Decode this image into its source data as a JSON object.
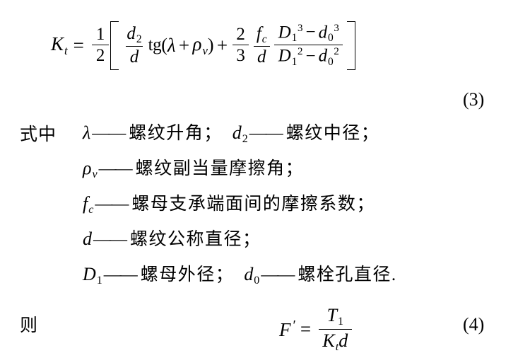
{
  "document": {
    "background_color": "#ffffff",
    "text_color": "#000000",
    "language": "zh-CN"
  },
  "formula_3": {
    "equation_number": "(3)",
    "lhs": {
      "base": "K",
      "sub": "t"
    },
    "equals": "=",
    "coefficient": {
      "numerator": "1",
      "denominator": "2"
    },
    "bracket_open": "[",
    "term1": {
      "fraction": {
        "numerator_base": "d",
        "numerator_sub": "2",
        "denominator": "d"
      },
      "function": "tg",
      "paren_open": "(",
      "arg1": "λ",
      "plus": "+",
      "arg2_base": "ρ",
      "arg2_sub": "v",
      "paren_close": ")"
    },
    "plus": "+",
    "term2": {
      "coefficient": {
        "numerator": "2",
        "denominator": "3"
      },
      "friction_fraction": {
        "numerator_base": "f",
        "numerator_sub": "c",
        "denominator": "d"
      },
      "big_fraction": {
        "numerator": {
          "t1_base": "D",
          "t1_sub": "1",
          "t1_sup": "3",
          "minus": "−",
          "t2_base": "d",
          "t2_sub": "0",
          "t2_sup": "3"
        },
        "denominator": {
          "t1_base": "D",
          "t1_sub": "1",
          "t1_sup": "2",
          "minus": "−",
          "t2_base": "d",
          "t2_sub": "0",
          "t2_sup": "2"
        }
      }
    },
    "bracket_close": "]"
  },
  "where_clause": {
    "label": "式中",
    "definitions": [
      {
        "entries": [
          {
            "symbol_base": "λ",
            "symbol_sub": "",
            "dash": "——",
            "text": "螺纹升角；"
          },
          {
            "symbol_base": "d",
            "symbol_sub": "2",
            "dash": "——",
            "text": "螺纹中径；"
          }
        ]
      },
      {
        "entries": [
          {
            "symbol_base": "ρ",
            "symbol_sub": "v",
            "dash": "——",
            "text": "螺纹副当量摩擦角；"
          }
        ]
      },
      {
        "entries": [
          {
            "symbol_base": "f",
            "symbol_sub": "c",
            "dash": "——",
            "text": "螺母支承端面间的摩擦系数；"
          }
        ]
      },
      {
        "entries": [
          {
            "symbol_base": "d",
            "symbol_sub": "",
            "dash": "——",
            "text": "螺纹公称直径；"
          }
        ]
      },
      {
        "entries": [
          {
            "symbol_base": "D",
            "symbol_sub": "1",
            "dash": "——",
            "text": "螺母外径；"
          },
          {
            "symbol_base": "d",
            "symbol_sub": "0",
            "dash": "——",
            "text": "螺栓孔直径."
          }
        ]
      }
    ]
  },
  "formula_4": {
    "then_label": "则",
    "equation_number": "(4)",
    "lhs": {
      "base": "F",
      "prime": "′"
    },
    "equals": "=",
    "fraction": {
      "numerator_base": "T",
      "numerator_sub": "1",
      "denominator_base": "K",
      "denominator_sub": "t",
      "denominator_tail": "d"
    }
  }
}
